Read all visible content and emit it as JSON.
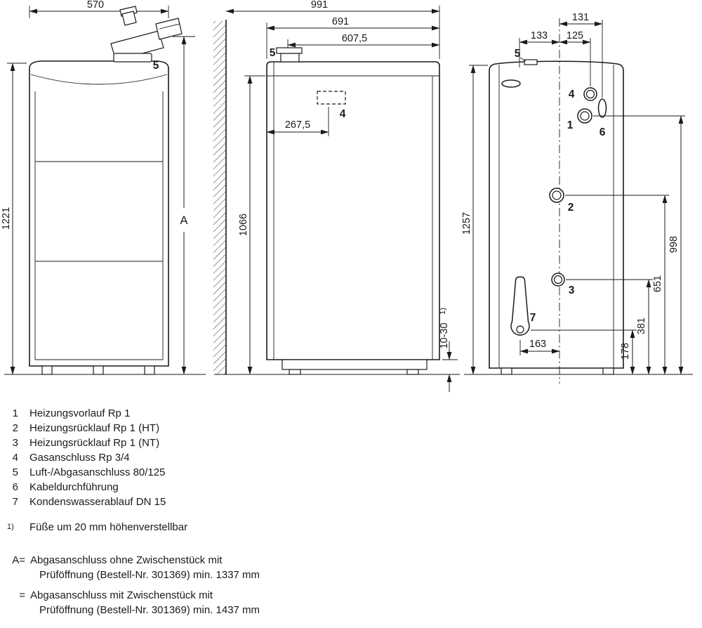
{
  "drawing": {
    "front": {
      "dim_width": "570",
      "dim_height": "1221",
      "dim_a_label": "A",
      "label_flue": "5"
    },
    "side": {
      "dim_total_depth": "991",
      "dim_depth_691": "691",
      "dim_depth_607": "607,5",
      "dim_gas_offset": "267,5",
      "dim_height_1066": "1066",
      "dim_feet_range": "10-30",
      "dim_feet_footnote": "1)",
      "label_gas": "4",
      "label_flue": "5"
    },
    "rear": {
      "dim_131": "131",
      "dim_133": "133",
      "dim_125": "125",
      "dim_height_1257": "1257",
      "dim_998": "998",
      "dim_651": "651",
      "dim_381": "381",
      "dim_178": "178",
      "dim_163": "163",
      "label_flow": "1",
      "label_return_ht": "2",
      "label_return_nt": "3",
      "label_gas": "4",
      "label_flue": "5",
      "label_cable": "6",
      "label_condensate": "7"
    }
  },
  "legend": {
    "items": [
      {
        "num": "1",
        "text": "Heizungsvorlauf Rp 1"
      },
      {
        "num": "2",
        "text": "Heizungsrücklauf Rp 1 (HT)"
      },
      {
        "num": "3",
        "text": "Heizungsrücklauf Rp 1 (NT)"
      },
      {
        "num": "4",
        "text": "Gasanschluss Rp 3/4"
      },
      {
        "num": "5",
        "text": "Luft-/Abgasanschluss 80/125"
      },
      {
        "num": "6",
        "text": "Kabeldurchführung"
      },
      {
        "num": "7",
        "text": "Kondenswasserablauf DN 15"
      }
    ],
    "footnote_marker": "1)",
    "footnote_text": "Füße um 20 mm höhenverstellbar",
    "notes": [
      {
        "label": "A=",
        "line1": "Abgasanschluss ohne Zwischenstück mit",
        "line2": "Prüföffnung (Bestell-Nr. 301369) min. 1337 mm"
      },
      {
        "label": "=",
        "line1": "Abgasanschluss mit Zwischenstück mit",
        "line2": "Prüföffnung (Bestell-Nr. 301369) min. 1437 mm"
      }
    ]
  },
  "colors": {
    "line": "#1a1a1a",
    "background": "#ffffff"
  }
}
